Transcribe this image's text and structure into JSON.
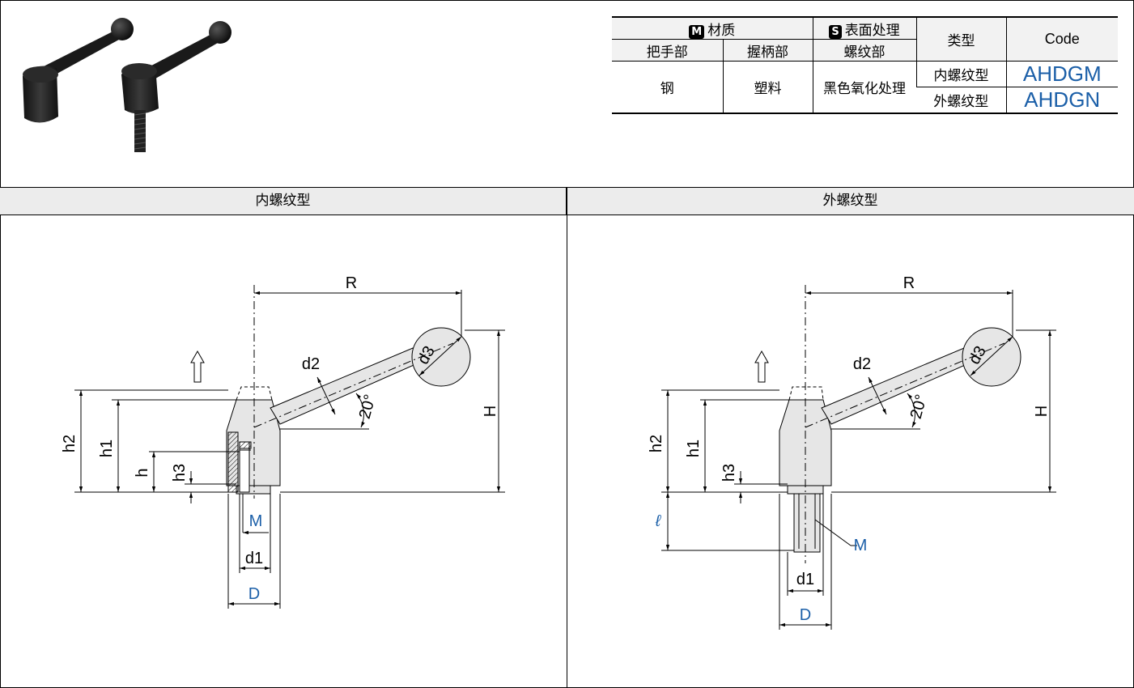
{
  "table": {
    "material_header": "材质",
    "material_badge": "M",
    "surface_header": "表面处理",
    "surface_badge": "S",
    "type_header": "类型",
    "code_header": "Code",
    "col_handle": "把手部",
    "col_grip": "握柄部",
    "col_thread": "螺纹部",
    "handle_material": "钢",
    "grip_material": "塑料",
    "surface_treatment": "黑色氧化处理",
    "rows": [
      {
        "type": "内螺纹型",
        "code": "AHDGM"
      },
      {
        "type": "外螺纹型",
        "code": "AHDGN"
      }
    ]
  },
  "panels": {
    "left_title": "内螺纹型",
    "right_title": "外螺纹型"
  },
  "labels": {
    "R": "R",
    "H": "H",
    "d2": "d2",
    "d3": "d3",
    "angle": "20°",
    "h": "h",
    "h1": "h1",
    "h2": "h2",
    "h3": "h3",
    "M": "M",
    "d1": "d1",
    "D": "D",
    "l": "ℓ"
  },
  "colors": {
    "accent_blue": "#1b5fa8",
    "header_bg": "#ececec"
  }
}
